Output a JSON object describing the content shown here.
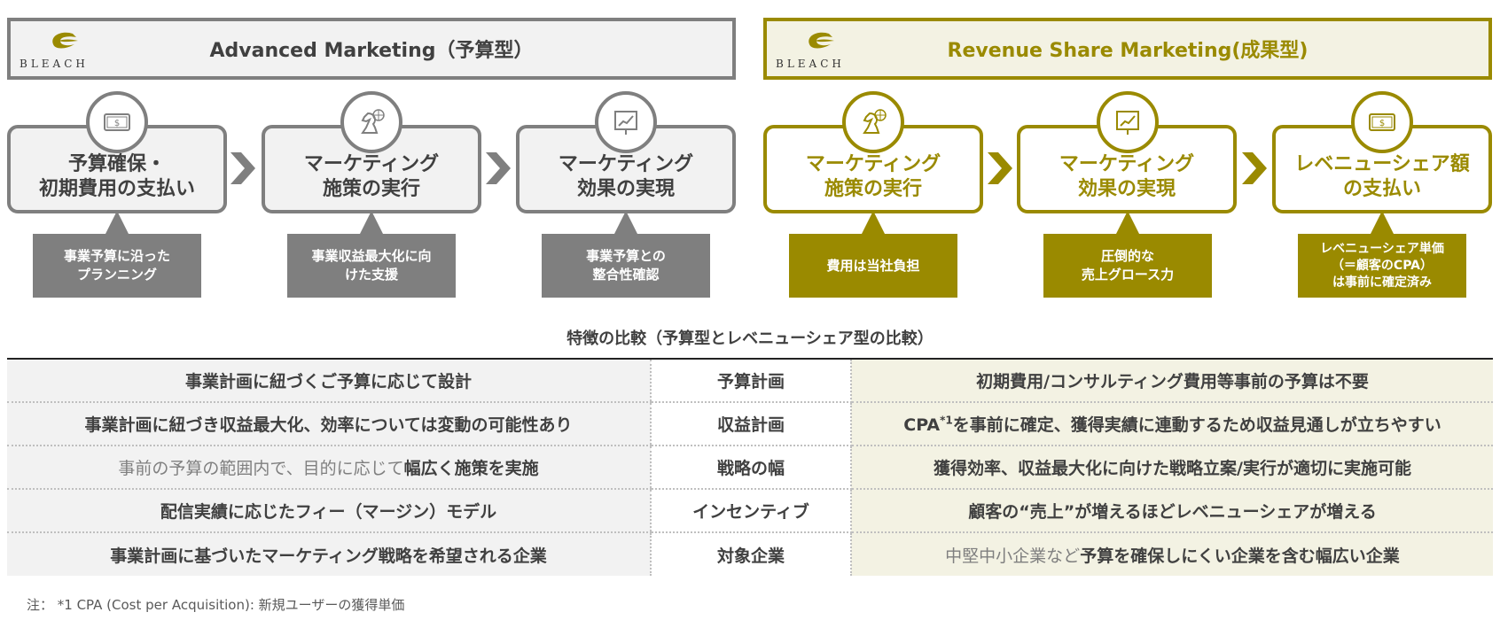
{
  "logo_text": "BLEACH",
  "left_panel": {
    "title": "Advanced Marketing（予算型）",
    "steps": [
      {
        "label": "予算確保・\n初期費用の支払い",
        "icon": "money-icon",
        "note": "事業予算に沿った\nプランニング"
      },
      {
        "label": "マーケティング\n施策の実行",
        "icon": "chess-knight-globe-icon",
        "note": "事業収益最大化に向\nけた支援"
      },
      {
        "label": "マーケティング\n効果の実現",
        "icon": "chart-board-icon",
        "note": "事業予算との\n整合性確認"
      }
    ]
  },
  "right_panel": {
    "title": "Revenue Share Marketing(成果型)",
    "steps": [
      {
        "label": "マーケティング\n施策の実行",
        "icon": "chess-knight-globe-icon",
        "note": "費用は当社負担"
      },
      {
        "label": "マーケティング\n効果の実現",
        "icon": "chart-board-icon",
        "note": "圧倒的な\n売上グロース力"
      },
      {
        "label": "レベニューシェア額\nの支払い",
        "icon": "money-icon",
        "note": "レベニューシェア単価\n（＝顧客のCPA）\nは事前に確定済み"
      }
    ]
  },
  "comparison": {
    "title": "特徴の比較（予算型とレベニューシェア型の比較）",
    "rows": [
      {
        "left": "事業計画に紐づくご予算に応じて設計",
        "mid": "予算計画",
        "right": "初期費用/コンサルティング費用等事前の予算は不要"
      },
      {
        "left": "事業計画に紐づき収益最大化、効率については変動の可能性あり",
        "mid": "収益計画",
        "right_pre": "CPA",
        "right_sup": "*1",
        "right_post": "を事前に確定、獲得実績に連動するため収益見通しが立ちやすい"
      },
      {
        "left_light": "事前の予算の範囲内で、目的に応じて",
        "left_bold": "幅広く施策を実施",
        "mid": "戦略の幅",
        "right": "獲得効率、収益最大化に向けた戦略立案/実行が適切に実施可能"
      },
      {
        "left": "配信実績に応じたフィー（マージン）モデル",
        "mid": "インセンティブ",
        "right": "顧客の“売上”が増えるほどレベニューシェアが増える"
      },
      {
        "left": "事業計画に基づいたマーケティング戦略を希望される企業",
        "mid": "対象企業",
        "right_light": "中堅中小企業など",
        "right_bold": "予算を確保しにくい企業を含む幅広い企業"
      }
    ]
  },
  "footnote": "注：  *1 CPA (Cost per Acquisition): 新規ユーザーの獲得単価",
  "colors": {
    "gray": "#7f7f7f",
    "olive": "#9a8a00"
  }
}
